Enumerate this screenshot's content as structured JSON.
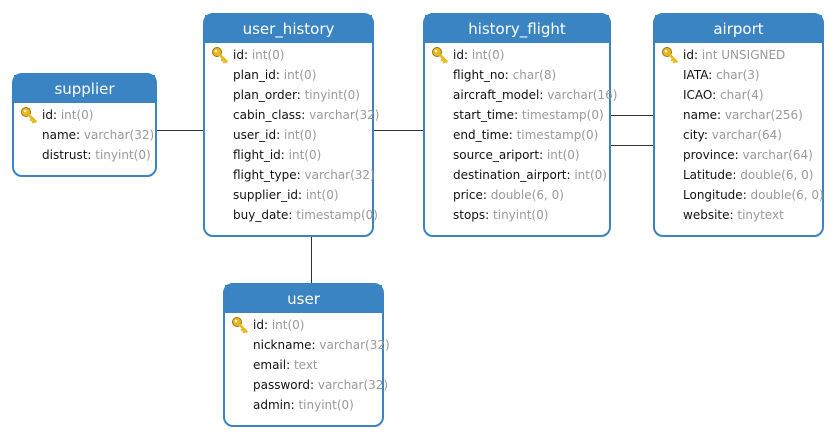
{
  "tables": {
    "supplier": {
      "title": "supplier",
      "fields": [
        {
          "name": "id",
          "type": "int(0)",
          "pk": true
        },
        {
          "name": "name",
          "type": "varchar(32)"
        },
        {
          "name": "distrust",
          "type": "tinyint(0)"
        }
      ]
    },
    "user_history": {
      "title": "user_history",
      "fields": [
        {
          "name": "id",
          "type": "int(0)",
          "pk": true
        },
        {
          "name": "plan_id",
          "type": "int(0)"
        },
        {
          "name": "plan_order",
          "type": "tinyint(0)"
        },
        {
          "name": "cabin_class",
          "type": "varchar(32)"
        },
        {
          "name": "user_id",
          "type": "int(0)"
        },
        {
          "name": "flight_id",
          "type": "int(0)"
        },
        {
          "name": "flight_type",
          "type": "varchar(32)"
        },
        {
          "name": "supplier_id",
          "type": "int(0)"
        },
        {
          "name": "buy_date",
          "type": "timestamp(0)"
        }
      ]
    },
    "history_flight": {
      "title": "history_flight",
      "fields": [
        {
          "name": "id",
          "type": "int(0)",
          "pk": true
        },
        {
          "name": "flight_no",
          "type": "char(8)"
        },
        {
          "name": "aircraft_model",
          "type": "varchar(16)"
        },
        {
          "name": "start_time",
          "type": "timestamp(0)"
        },
        {
          "name": "end_time",
          "type": "timestamp(0)"
        },
        {
          "name": "source_ariport",
          "type": "int(0)"
        },
        {
          "name": "destination_airport",
          "type": "int(0)"
        },
        {
          "name": "price",
          "type": "double(6, 0)"
        },
        {
          "name": "stops",
          "type": "tinyint(0)"
        }
      ]
    },
    "airport": {
      "title": "airport",
      "fields": [
        {
          "name": "id",
          "type": "int UNSIGNED",
          "pk": true
        },
        {
          "name": "IATA",
          "type": "char(3)"
        },
        {
          "name": "ICAO",
          "type": "char(4)"
        },
        {
          "name": "name",
          "type": "varchar(256)"
        },
        {
          "name": "city",
          "type": "varchar(64)"
        },
        {
          "name": "province",
          "type": "varchar(64)"
        },
        {
          "name": "Latitude",
          "type": "double(6, 0)"
        },
        {
          "name": "Longitude",
          "type": "double(6, 0)"
        },
        {
          "name": "website",
          "type": "tinytext"
        }
      ]
    },
    "user": {
      "title": "user",
      "fields": [
        {
          "name": "id",
          "type": "int(0)",
          "pk": true
        },
        {
          "name": "nickname",
          "type": "varchar(32)"
        },
        {
          "name": "email",
          "type": "text"
        },
        {
          "name": "password",
          "type": "varchar(32)"
        },
        {
          "name": "admin",
          "type": "tinyint(0)"
        }
      ]
    }
  },
  "colors": {
    "header": "#3a84c3",
    "field_type": "#9a9a9a",
    "connector": "#333333",
    "key": "#e8b820"
  },
  "icons": {
    "primary_key": "key-icon"
  }
}
